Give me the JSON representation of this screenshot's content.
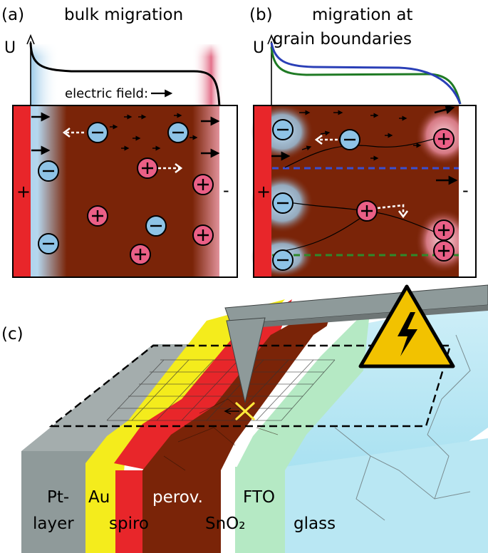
{
  "panel_a": {
    "label": "(a)",
    "title": "bulk migration",
    "axis_label": "U",
    "field_label": "electric field:",
    "plus_sign": "+",
    "minus_sign": "-"
  },
  "panel_b": {
    "label": "(b)",
    "title_line1": "migration at",
    "title_line2": "grain boundaries",
    "axis_label": "U",
    "plus_sign": "+",
    "minus_sign": "-"
  },
  "panel_c": {
    "label": "(c)",
    "layers": {
      "pt_line1": "Pt-",
      "pt_line2": "layer",
      "au": "Au",
      "spiro": "spiro",
      "perov": "perov.",
      "sno2": "SnO₂",
      "fto": "FTO",
      "glass": "glass"
    }
  },
  "colors": {
    "perovskite": "#7a2408",
    "electrode_red": "#e8262a",
    "anion_blue": "#8ec3e6",
    "cation_pink": "#ea5f86",
    "gold": "#f4ec1c",
    "fto_green": "#b5e9c4",
    "glass_blue": "#bfeaf5",
    "pt_grey": "#8f9a9a",
    "warning_yellow": "#f2c200"
  }
}
